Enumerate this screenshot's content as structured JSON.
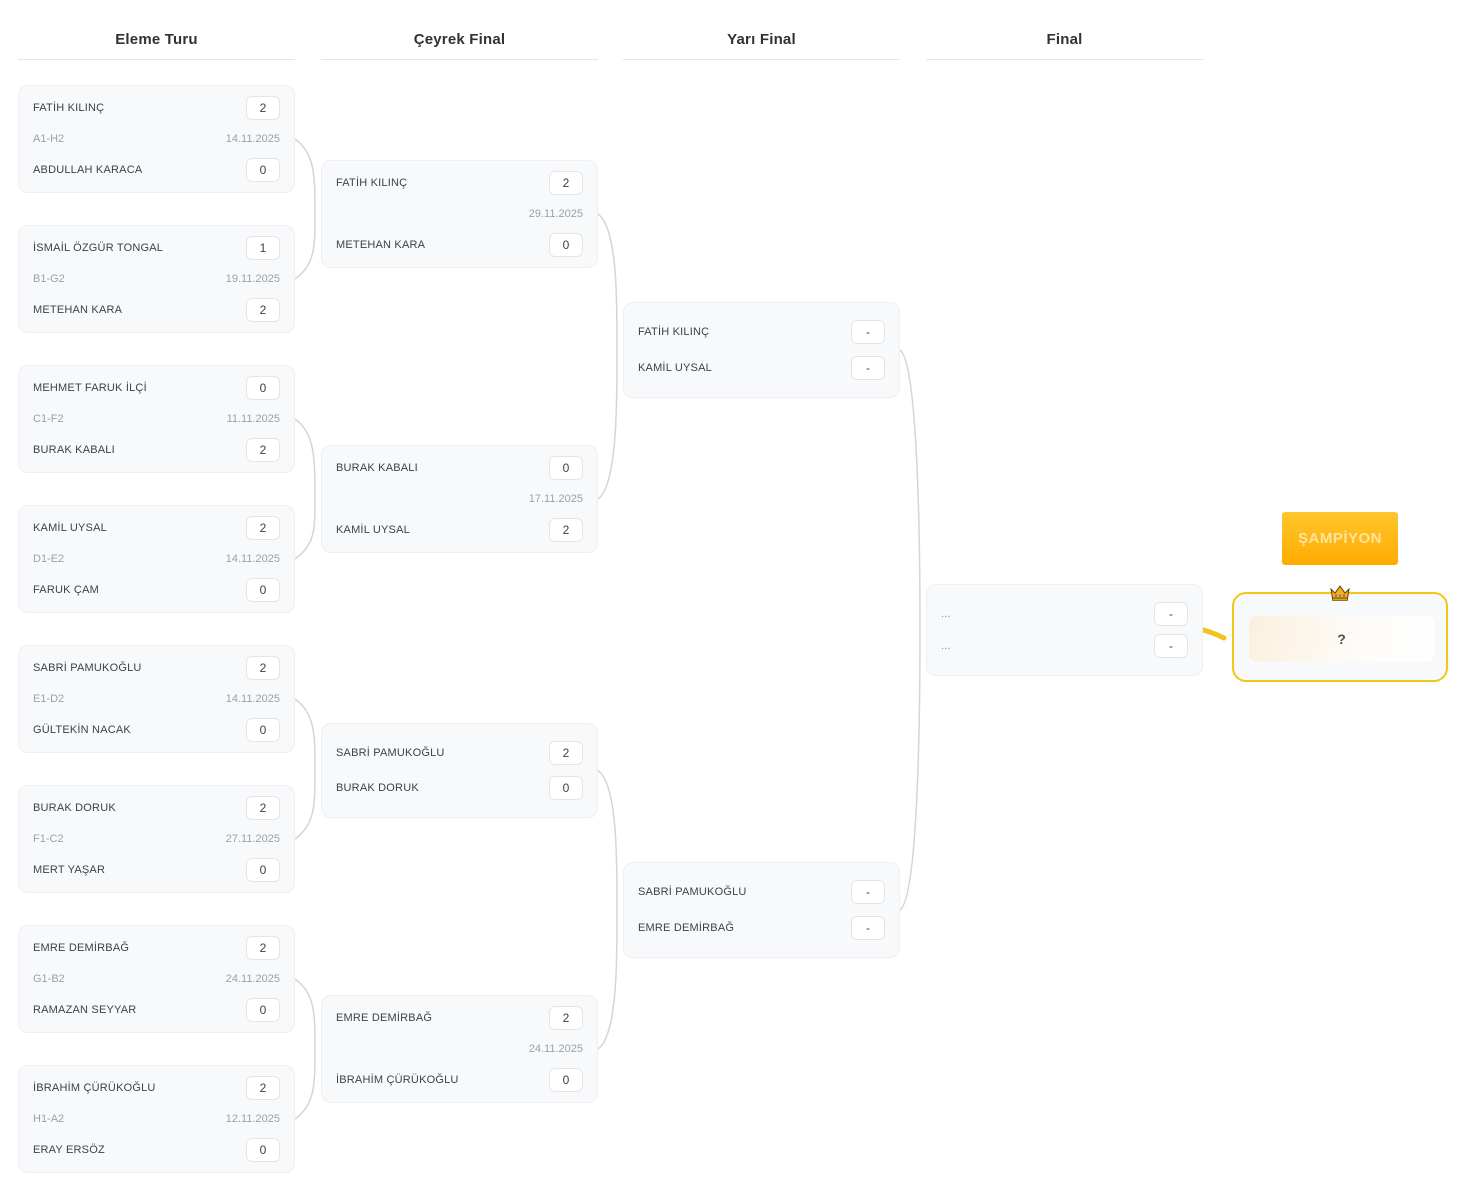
{
  "columns": [
    "Eleme Turu",
    "Çeyrek Final",
    "Yarı Final",
    "Final"
  ],
  "rounds": [
    {
      "name": "Eleme Turu",
      "matches": [
        {
          "player1": "FATİH KILINÇ",
          "score1": "2",
          "code": "A1-H2",
          "date": "14.11.2025",
          "player2": "ABDULLAH KARACA",
          "score2": "0"
        },
        {
          "player1": "İSMAİL ÖZGÜR TONGAL",
          "score1": "1",
          "code": "B1-G2",
          "date": "19.11.2025",
          "player2": "METEHAN KARA",
          "score2": "2"
        },
        {
          "player1": "MEHMET FARUK İLÇİ",
          "score1": "0",
          "code": "C1-F2",
          "date": "11.11.2025",
          "player2": "BURAK KABALI",
          "score2": "2"
        },
        {
          "player1": "KAMİL UYSAL",
          "score1": "2",
          "code": "D1-E2",
          "date": "14.11.2025",
          "player2": "FARUK ÇAM",
          "score2": "0"
        },
        {
          "player1": "SABRİ PAMUKOĞLU",
          "score1": "2",
          "code": "E1-D2",
          "date": "14.11.2025",
          "player2": "GÜLTEKİN NACAK",
          "score2": "0"
        },
        {
          "player1": "BURAK DORUK",
          "score1": "2",
          "code": "F1-C2",
          "date": "27.11.2025",
          "player2": "MERT YAŞAR",
          "score2": "0"
        },
        {
          "player1": "EMRE DEMİRBAĞ",
          "score1": "2",
          "code": "G1-B2",
          "date": "24.11.2025",
          "player2": "RAMAZAN SEYYAR",
          "score2": "0"
        },
        {
          "player1": "İBRAHİM ÇÜRÜKOĞLU",
          "score1": "2",
          "code": "H1-A2",
          "date": "12.11.2025",
          "player2": "ERAY ERSÖZ",
          "score2": "0"
        }
      ]
    },
    {
      "name": "Çeyrek Final",
      "matches": [
        {
          "player1": "FATİH KILINÇ",
          "score1": "2",
          "code": "",
          "date": "29.11.2025",
          "player2": "METEHAN KARA",
          "score2": "0"
        },
        {
          "player1": "BURAK KABALI",
          "score1": "0",
          "code": "",
          "date": "17.11.2025",
          "player2": "KAMİL UYSAL",
          "score2": "2"
        },
        {
          "player1": "SABRİ PAMUKOĞLU",
          "score1": "2",
          "code": "",
          "date": "",
          "player2": "BURAK DORUK",
          "score2": "0"
        },
        {
          "player1": "EMRE DEMİRBAĞ",
          "score1": "2",
          "code": "",
          "date": "24.11.2025",
          "player2": "İBRAHİM ÇÜRÜKOĞLU",
          "score2": "0"
        }
      ]
    },
    {
      "name": "Yarı Final",
      "matches": [
        {
          "player1": "FATİH KILINÇ",
          "score1": "-",
          "code": "",
          "date": "",
          "player2": "KAMİL UYSAL",
          "score2": "-"
        },
        {
          "player1": "SABRİ PAMUKOĞLU",
          "score1": "-",
          "code": "",
          "date": "",
          "player2": "EMRE DEMİRBAĞ",
          "score2": "-"
        }
      ]
    },
    {
      "name": "Final",
      "matches": [
        {
          "player1": "...",
          "score1": "-",
          "code": "",
          "date": "",
          "player2": "...",
          "score2": "-"
        }
      ]
    }
  ],
  "champion": {
    "banner_label": "ŞAMPİYON",
    "crown_icon": "crown",
    "placeholder": "?"
  },
  "colors": {
    "accent_gold": "#F5C31D",
    "banner_gradient_top": "#FFC62E",
    "banner_gradient_bottom": "#FFAB00",
    "champion_border": "#F3C617",
    "card_bg": "#F8F9FA",
    "connector_gray": "#D2D5D9"
  }
}
